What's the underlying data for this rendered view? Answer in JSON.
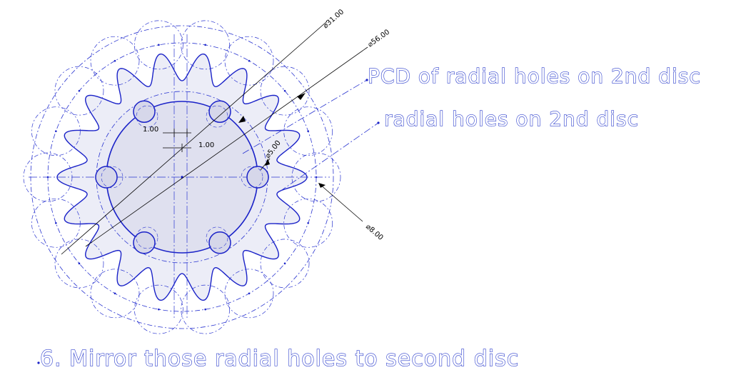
{
  "dimensions": {
    "dia_outer": "⌀31.00",
    "dia_pcd": "⌀56.00",
    "dia_hole": "⌀5.00",
    "dia_pitch": "⌀8.00",
    "offset_1": "1.00",
    "offset_2": "1.00"
  },
  "callouts": {
    "pcd": "PCD of radial holes on 2nd disc",
    "holes": "radial holes on 2nd disc",
    "step": "6. Mirror those radial holes to second disc"
  },
  "colors": {
    "sketch_blue": "#1a22c8",
    "construction_blue": "#2a35d0",
    "disc_fill": "#ecedf7",
    "inner_fill": "#dfe0ef",
    "dimension_black": "#000000"
  }
}
